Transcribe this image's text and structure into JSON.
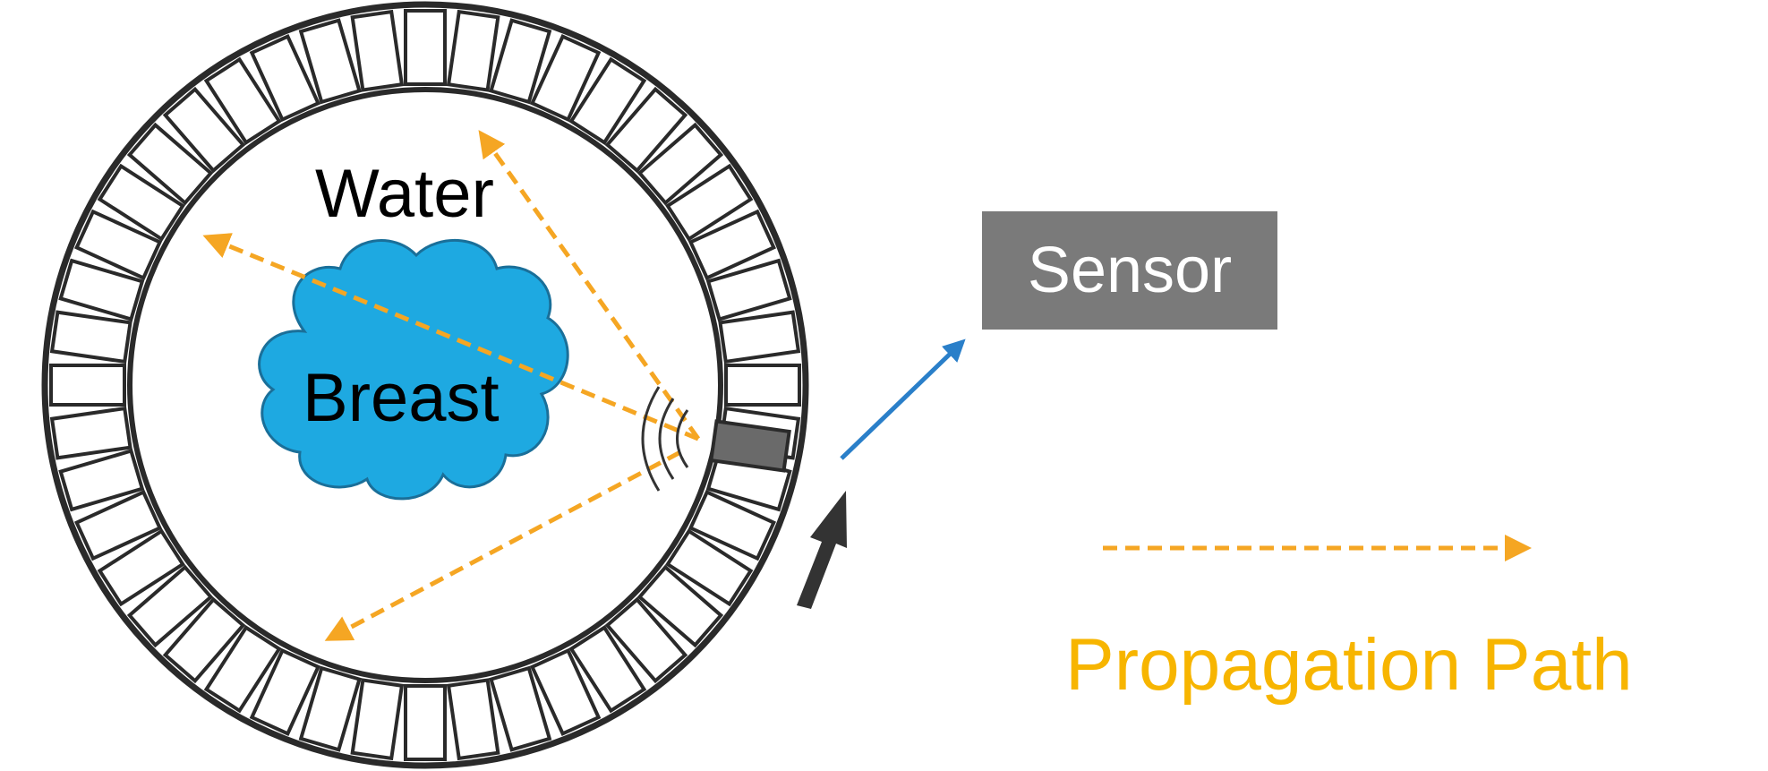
{
  "labels": {
    "water": "Water",
    "breast": "Breast",
    "sensor": "Sensor",
    "legend": "Propagation Path"
  },
  "colors": {
    "background": "#ffffff",
    "ring_stroke": "#2a2a2a",
    "breast_fill": "#1ea9e1",
    "breast_stroke": "#1a6f99",
    "path_orange": "#f5a623",
    "legend_text": "#f7b500",
    "sensor_box": "#7a7a7a",
    "sensor_text": "#ffffff",
    "active_transducer": "#6a6a6a",
    "blue_arrow": "#2a7fc9",
    "rotation_arrow": "#333333"
  },
  "transducer_count": 44,
  "icons": {
    "wave": "sound-wave-icon",
    "rotation": "rotation-arrow-icon"
  }
}
